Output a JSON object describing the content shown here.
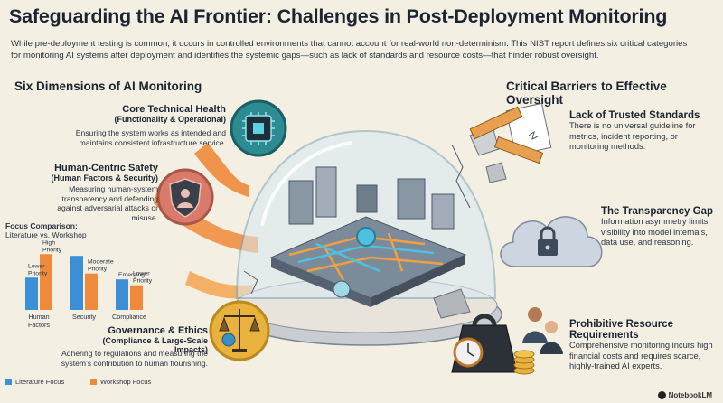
{
  "title": "Safeguarding the AI Frontier: Challenges in Post-Deployment Monitoring",
  "subtitle": "While pre-deployment testing is common, it occurs in controlled environments that cannot account for real-world non-determinism. This NIST report defines six critical categories for monitoring AI systems after deployment and identifies the systemic gaps—such as lack of standards and resource costs—that hinder robust oversight.",
  "left_heading": "Six Dimensions of AI Monitoring",
  "right_heading": "Critical Barriers to Effective Oversight",
  "dimensions": [
    {
      "title": "Core Technical Health",
      "subtitle": "(Functionality & Operational)",
      "desc": "Ensuring the system works as intended and maintains consistent infrastructure service.",
      "icon": "chip-icon"
    },
    {
      "title": "Human-Centric Safety",
      "subtitle": "(Human Factors & Security)",
      "desc": "Measuring human-system transparency and defending against adversarial attacks or misuse.",
      "icon": "shield-person-icon"
    },
    {
      "title": "Governance & Ethics",
      "subtitle": "(Compliance & Large-Scale Impacts)",
      "desc": "Adhering to regulations and measuring the system's contribution to human flourishing.",
      "icon": "scales-globe-icon"
    }
  ],
  "barriers": [
    {
      "title": "Lack of Trusted Standards",
      "desc": "There is no universal guideline for metrics, incident reporting, or monitoring methods."
    },
    {
      "title": "The Transparency Gap",
      "desc": "Information asymmetry limits visibility into model internals, data use, and reasoning."
    },
    {
      "title": "Prohibitive Resource Requirements",
      "desc": "Comprehensive monitoring incurs high financial costs and requires scarce, highly-trained AI experts."
    }
  ],
  "chart_data": {
    "type": "bar",
    "title": "Focus Comparison:",
    "subtitle": "Literature vs. Workshop",
    "categories": [
      "Human Factors",
      "Security",
      "Compliance"
    ],
    "series": [
      {
        "name": "Literature Focus",
        "color": "#3b8fd6",
        "values": [
          0.55,
          0.92,
          0.52
        ]
      },
      {
        "name": "Workshop Focus",
        "color": "#ef8a3c",
        "values": [
          0.95,
          0.62,
          0.42
        ]
      }
    ],
    "annotations": [
      {
        "category": "Human Factors",
        "series": "Literature Focus",
        "text": "Lower Priority"
      },
      {
        "category": "Human Factors",
        "series": "Workshop Focus",
        "text": "High Priority"
      },
      {
        "category": "Security",
        "series": "Workshop Focus",
        "text": "Moderate Priority"
      },
      {
        "category": "Compliance",
        "series": "Literature Focus",
        "text": "Emerging"
      },
      {
        "category": "Compliance",
        "series": "Workshop Focus",
        "text": "Lower Priority"
      }
    ]
  },
  "legend": {
    "literature": "Literature Focus",
    "workshop": "Workshop Focus"
  },
  "brand": "NotebookLM"
}
